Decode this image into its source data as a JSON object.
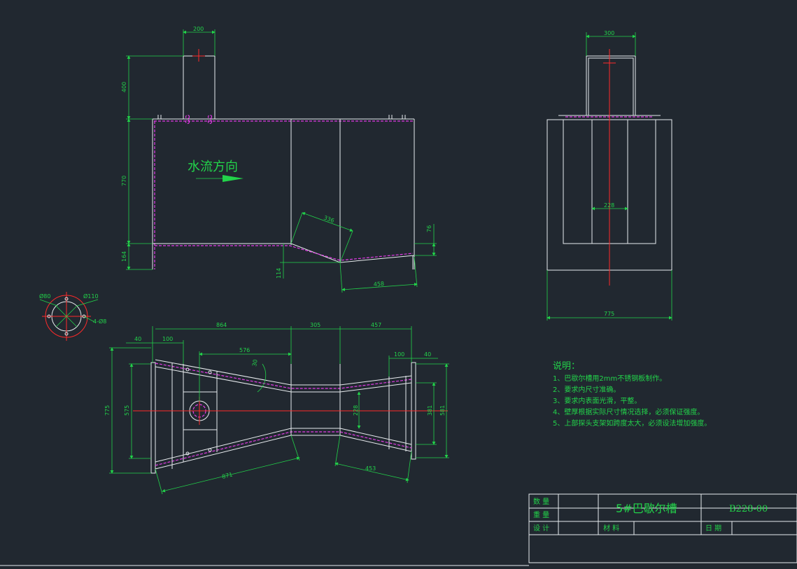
{
  "drawing": {
    "flow_label": "水流方向",
    "dimensions": {
      "side_top_width": "200",
      "side_top_height": "400",
      "side_body_height": "770",
      "side_bottom_height": "164",
      "side_slope_length": "336",
      "side_right_step": "76",
      "side_drop": "114",
      "side_outlet_length": "458",
      "end_top_width": "300",
      "end_throat_width": "228",
      "end_total_width": "775",
      "plan_left_flange": "40",
      "plan_left_section": "100",
      "plan_converge_length": "864",
      "plan_throat_length": "305",
      "plan_diverge_length": "457",
      "plan_inner_length": "576",
      "plan_angle": "30",
      "plan_total_width": "775",
      "plan_inlet_width": "575",
      "plan_throat_width": "228",
      "plan_right_section": "100",
      "plan_right_flange": "40",
      "plan_outlet_inner": "381",
      "plan_outlet_outer": "581",
      "plan_converge_slant": "871",
      "plan_diverge_slant": "453",
      "pipe_inner": "Ø80",
      "pipe_outer": "Ø110",
      "pipe_holes": "4-Ø8"
    },
    "notes": {
      "title": "说明：",
      "items": [
        "1、巴歇尔槽用2mm不锈钢板制作。",
        "2、要求内尺寸准确。",
        "3、要求内表面光滑，平整。",
        "4、壁厚根据实际尺寸情况选择，必须保证强度。",
        "5、上部探头支架如跨度太大，必须设法增加强度。"
      ]
    },
    "title_block": {
      "quantity_label": "数 量",
      "weight_label": "重 量",
      "designer_label": "设 计",
      "drawing_name": "5#巴歇尔槽",
      "drawing_number": "B228-00",
      "material_label": "材 料",
      "date_label": "日 期"
    }
  }
}
